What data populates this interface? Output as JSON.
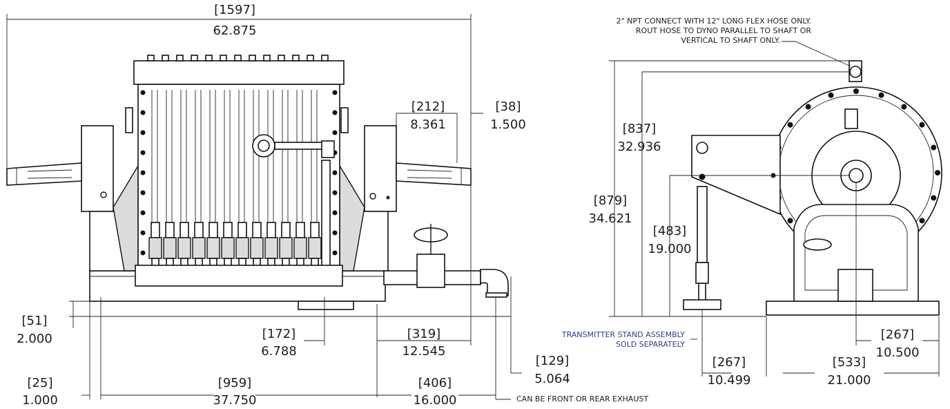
{
  "dimensions": {
    "overall_length": {
      "metric": "[1597]",
      "imperial": "62.875"
    },
    "shaft_to_plate": {
      "metric": "[212]",
      "imperial": "8.361"
    },
    "plate_offset": {
      "metric": "[38]",
      "imperial": "1.500"
    },
    "base_height": {
      "metric": "[51]",
      "imperial": "2.000"
    },
    "valve_offset": {
      "metric": "[172]",
      "imperial": "6.788"
    },
    "exhaust_offset": {
      "metric": "[319]",
      "imperial": "12.545"
    },
    "exhaust_drop": {
      "metric": "[129]",
      "imperial": "5.064"
    },
    "foot_edge": {
      "metric": "[25]",
      "imperial": "1.000"
    },
    "foot_span": {
      "metric": "[959]",
      "imperial": "37.750"
    },
    "end_span": {
      "metric": "[406]",
      "imperial": "16.000"
    },
    "hose_height": {
      "metric": "[837]",
      "imperial": "32.936"
    },
    "top_height": {
      "metric": "[879]",
      "imperial": "34.621"
    },
    "shaft_height": {
      "metric": "[483]",
      "imperial": "19.000"
    },
    "stand_offset": {
      "metric": "[267]",
      "imperial": "10.499"
    },
    "base_width": {
      "metric": "[533]",
      "imperial": "21.000"
    },
    "half_width": {
      "metric": "[267]",
      "imperial": "10.500"
    }
  },
  "notes": {
    "hose_line1": "2\" NPT CONNECT WITH 12\" LONG FLEX HOSE ONLY.",
    "hose_line2": "ROUT HOSE TO DYNO PARALLEL TO SHAFT OR",
    "hose_line3": "VERTICAL TO SHAFT ONLY.",
    "transmitter_line1": "TRANSMITTER STAND ASSEMBLY",
    "transmitter_line2": "SOLD SEPARATELY",
    "exhaust": "CAN BE FRONT OR REAR EXHAUST"
  },
  "colors": {
    "line": "#111111",
    "note_blue": "#2c3e8c",
    "panel_fill": "#dcdcdc"
  }
}
